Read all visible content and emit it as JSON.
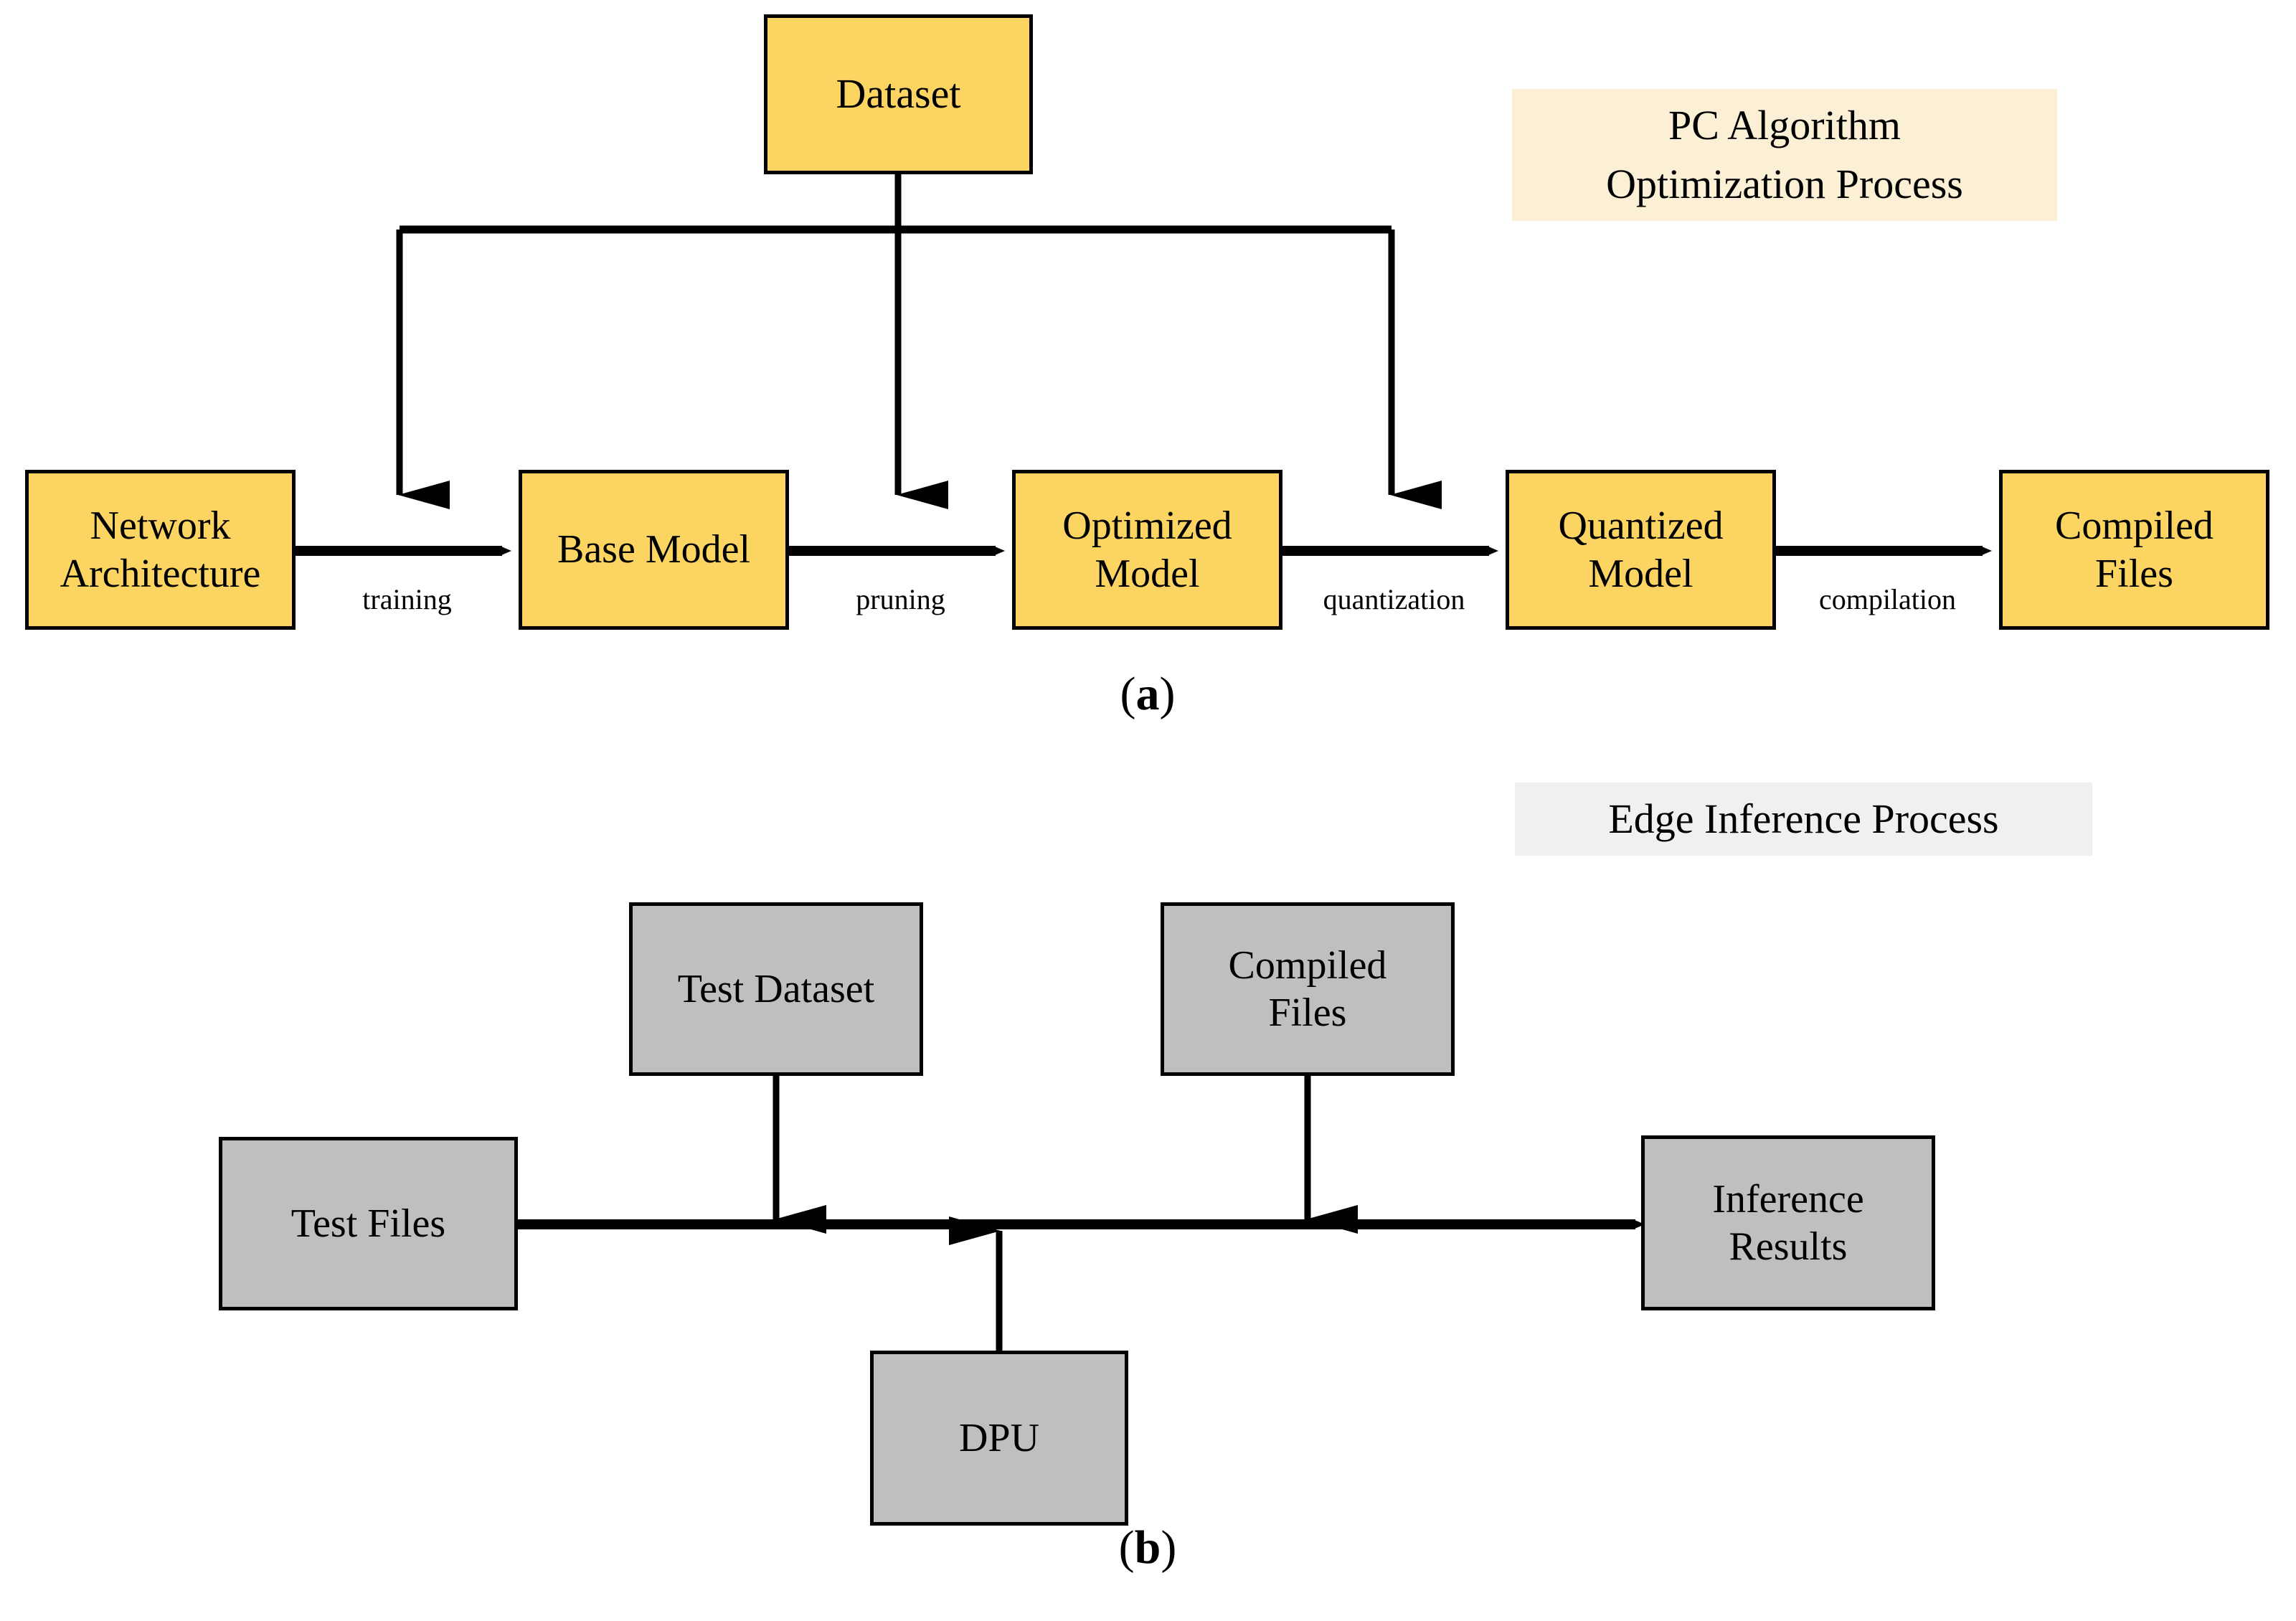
{
  "figure": {
    "title": "PC algorithm optimization process and edge inference process",
    "background_color": "#ffffff",
    "line_color": "#000000"
  },
  "panel_a": {
    "caption_paren_open": "(",
    "caption_letter": "a",
    "caption_paren_close": ")",
    "banner": {
      "line1": "PC Algorithm",
      "line2": "Optimization Process",
      "background_color": "#FBEFD5"
    },
    "node_fill_color": "#FCD462",
    "nodes": [
      {
        "id": "dataset",
        "label": "Dataset",
        "lines": [
          "Dataset"
        ]
      },
      {
        "id": "network-architecture",
        "label": "Network Architecture",
        "lines": [
          "Network",
          "Architecture"
        ]
      },
      {
        "id": "base-model",
        "label": "Base Model",
        "lines": [
          "Base Model"
        ]
      },
      {
        "id": "optimized-model",
        "label": "Optimized Model",
        "lines": [
          "Optimized",
          "Model"
        ]
      },
      {
        "id": "quantized-model",
        "label": "Quantized Model",
        "lines": [
          "Quantized",
          "Model"
        ]
      },
      {
        "id": "compiled-files",
        "label": "Compiled Files",
        "lines": [
          "Compiled",
          "Files"
        ]
      }
    ],
    "edge_labels": [
      {
        "id": "training",
        "text": "training"
      },
      {
        "id": "pruning",
        "text": "pruning"
      },
      {
        "id": "quantization",
        "text": "quantization"
      },
      {
        "id": "compilation",
        "text": "compilation"
      }
    ]
  },
  "panel_b": {
    "caption_paren_open": "(",
    "caption_letter": "b",
    "caption_paren_close": ")",
    "banner": {
      "line1": "Edge Inference Process",
      "background_color": "#F0F0F0"
    },
    "node_fill_color": "#BFBFBF",
    "nodes": [
      {
        "id": "test-dataset",
        "label": "Test Dataset",
        "lines": [
          "Test Dataset"
        ]
      },
      {
        "id": "compiled-files-b",
        "label": "Compiled Files",
        "lines": [
          "Compiled",
          "Files"
        ]
      },
      {
        "id": "test-files",
        "label": "Test Files",
        "lines": [
          "Test Files"
        ]
      },
      {
        "id": "inference-results",
        "label": "Inference Results",
        "lines": [
          "Inference",
          "Results"
        ]
      },
      {
        "id": "dpu",
        "label": "DPU",
        "lines": [
          "DPU"
        ]
      }
    ]
  }
}
